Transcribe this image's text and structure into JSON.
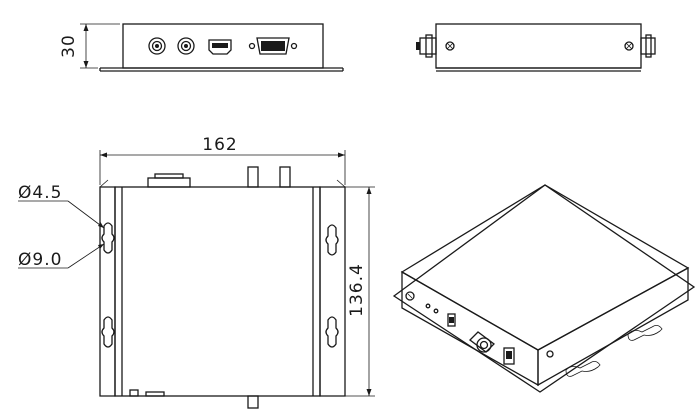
{
  "dimensions": {
    "height_front": "30",
    "width_top": "162",
    "depth_top": "136.4",
    "hole_small": "Ø4.5",
    "hole_large": "Ø9.0"
  },
  "front_view": {
    "connectors": [
      "bnc-connector",
      "bnc-connector",
      "hdmi-port",
      "vga-port"
    ]
  },
  "colors": {
    "line": "#1a1a1a",
    "background": "#ffffff"
  }
}
